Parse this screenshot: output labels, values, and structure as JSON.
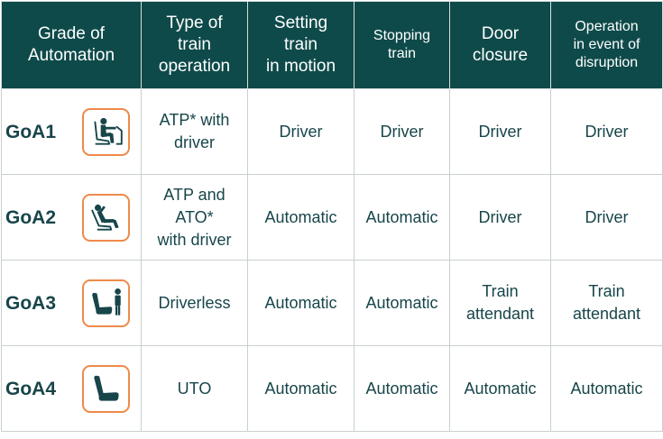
{
  "header": {
    "grade": "Grade of\nAutomation",
    "type_of_operation": "Type of\ntrain\noperation",
    "setting_in_motion": "Setting\ntrain\nin motion",
    "stopping": "Stopping\ntrain",
    "door_closure": "Door\nclosure",
    "disruption": "Operation\nin event of\ndisruption"
  },
  "rows": [
    {
      "grade": "GoA1",
      "icon": "driver-seated-icon",
      "type": "ATP* with\ndriver",
      "setting": "Driver",
      "stopping": "Driver",
      "door": "Driver",
      "disruption": "Driver"
    },
    {
      "grade": "GoA2",
      "icon": "driver-reclined-icon",
      "type": "ATP and\nATO*\nwith driver",
      "setting": "Automatic",
      "stopping": "Automatic",
      "door": "Driver",
      "disruption": "Driver"
    },
    {
      "grade": "GoA3",
      "icon": "empty-seat-attendant-icon",
      "type": "Driverless",
      "setting": "Automatic",
      "stopping": "Automatic",
      "door": "Train\nattendant",
      "disruption": "Train\nattendant"
    },
    {
      "grade": "GoA4",
      "icon": "empty-seat-icon",
      "type": "UTO",
      "setting": "Automatic",
      "stopping": "Automatic",
      "door": "Automatic",
      "disruption": "Automatic"
    }
  ],
  "colors": {
    "header_bg": "#0f4a4a",
    "text": "#17454a",
    "icon_border": "#ee8a4a",
    "grid": "#c9cfcf"
  }
}
